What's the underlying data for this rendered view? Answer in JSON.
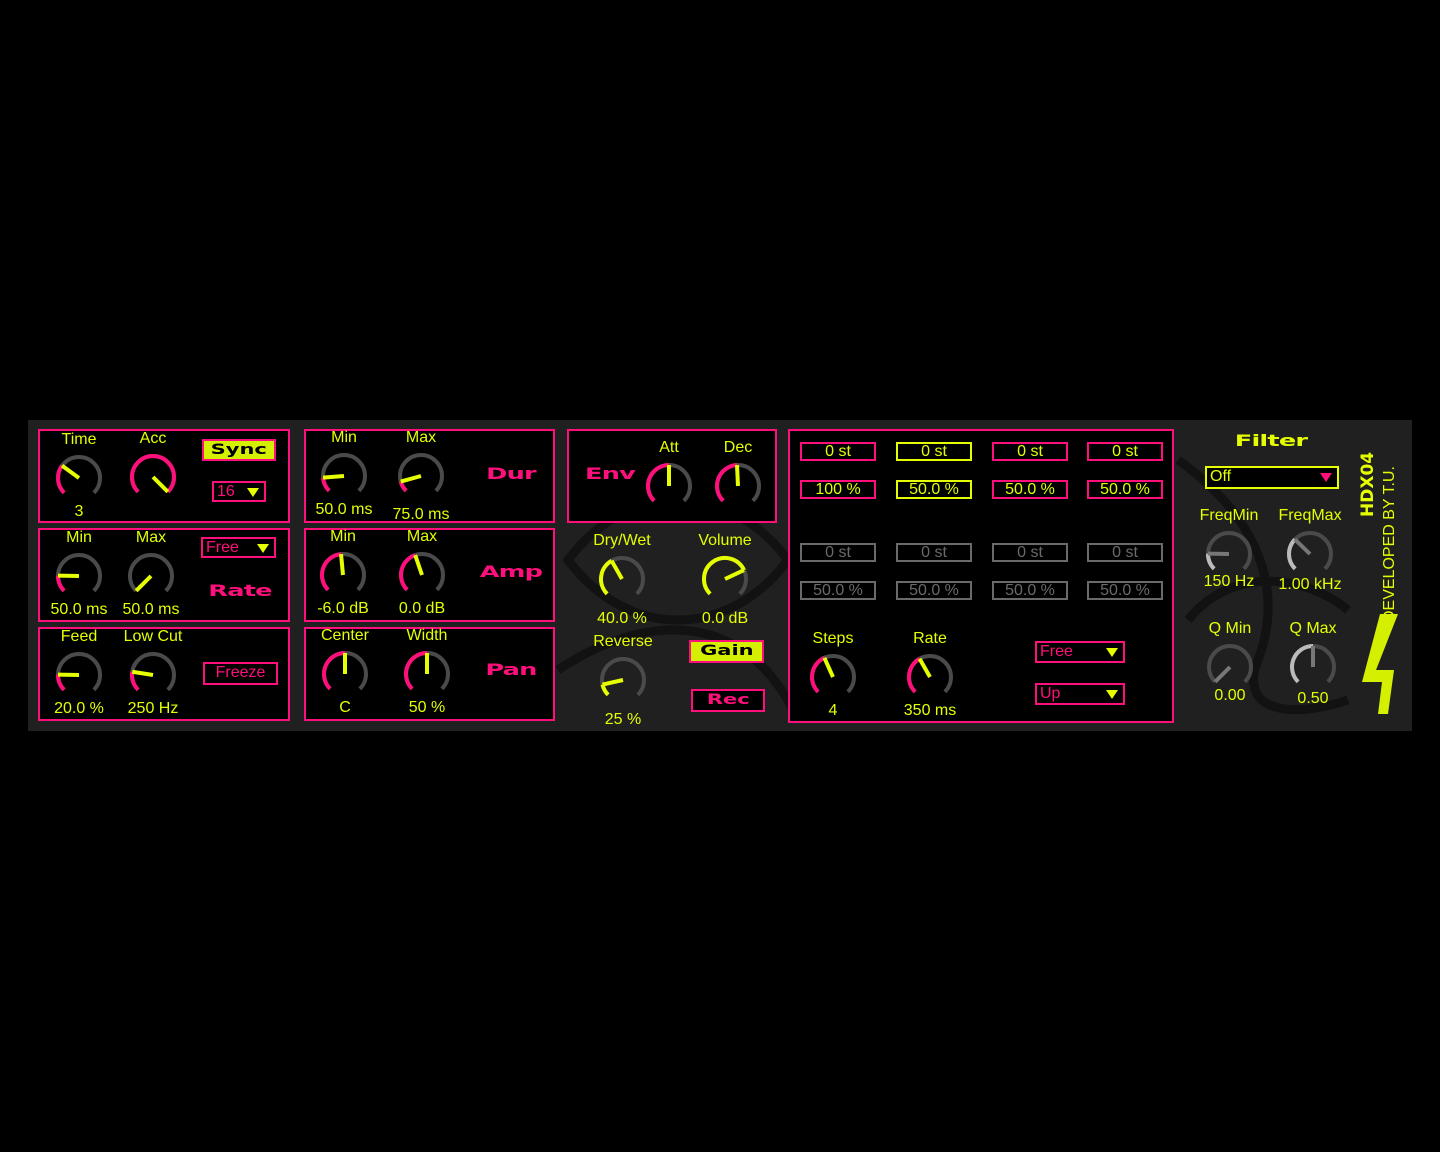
{
  "colors": {
    "accent_pink": "#ff0f7b",
    "accent_yellow": "#e5ff00",
    "panel_bg": "#202020",
    "track_grey": "#4a4a4a"
  },
  "delay": {
    "time": {
      "label": "Time",
      "value": "3",
      "level": 0.3,
      "fill": "#ff0f7b"
    },
    "acc": {
      "label": "Acc",
      "value": "",
      "level": 1.0,
      "fill": "#ff0f7b"
    },
    "sync_label": "Sync",
    "division": "16"
  },
  "rate": {
    "title": "Rate",
    "mode": "Free",
    "min": {
      "label": "Min",
      "value": "50.0 ms",
      "level": 0.17,
      "fill": "#ff0f7b"
    },
    "max": {
      "label": "Max",
      "value": "50.0 ms",
      "level": 0.0,
      "fill": "#ff0f7b"
    }
  },
  "feedback": {
    "feed": {
      "label": "Feed",
      "value": "20.0 %",
      "level": 0.17,
      "fill": "#ff0f7b"
    },
    "lowcut": {
      "label": "Low Cut",
      "value": "250 Hz",
      "level": 0.2,
      "fill": "#ff0f7b"
    },
    "freeze_label": "Freeze"
  },
  "dur": {
    "title": "Dur",
    "min": {
      "label": "Min",
      "value": "50.0 ms",
      "level": 0.15,
      "fill": "#ff0f7b"
    },
    "max": {
      "label": "Max",
      "value": "75.0 ms",
      "level": 0.11,
      "fill": "#ff0f7b"
    }
  },
  "amp": {
    "title": "Amp",
    "min": {
      "label": "Min",
      "value": "-6.0 dB",
      "level": 0.48,
      "fill": "#ff0f7b"
    },
    "max": {
      "label": "Max",
      "value": "0.0 dB",
      "level": 0.43,
      "fill": "#ff0f7b"
    }
  },
  "pan": {
    "title": "Pan",
    "center": {
      "label": "Center",
      "value": "C",
      "level": 0.5,
      "fill": "#ff0f7b"
    },
    "width": {
      "label": "Width",
      "value": "50 %",
      "level": 0.5,
      "fill": "#ff0f7b"
    }
  },
  "env": {
    "title": "Env",
    "att": {
      "label": "Att",
      "value": "",
      "level": 0.5,
      "fill": "#ff0f7b"
    },
    "dec": {
      "label": "Dec",
      "value": "",
      "level": 0.49,
      "fill": "#ff0f7b"
    }
  },
  "main": {
    "drywet": {
      "label": "Dry/Wet",
      "value": "40.0 %",
      "level": 0.39,
      "fill": "#e5ff00"
    },
    "volume": {
      "label": "Volume",
      "value": "0.0 dB",
      "level": 0.74,
      "fill": "#e5ff00"
    },
    "reverse": {
      "label": "Reverse",
      "value": "25 %",
      "level": 0.12,
      "fill": "#e5ff00"
    },
    "gain_label": "Gain",
    "rec_label": "Rec"
  },
  "sequencer": {
    "pitch": [
      "0 st",
      "0 st",
      "0 st",
      "0 st"
    ],
    "prob": [
      "100 %",
      "50.0 %",
      "50.0 %",
      "50.0 %"
    ],
    "pitch_inactive": [
      "0 st",
      "0 st",
      "0 st",
      "0 st"
    ],
    "prob_inactive": [
      "50.0 %",
      "50.0 %",
      "50.0 %",
      "50.0 %"
    ],
    "selected_step": 2,
    "steps": {
      "label": "Steps",
      "value": "4",
      "level": 0.41,
      "fill": "#ff0f7b"
    },
    "rate": {
      "label": "Rate",
      "value": "350 ms",
      "level": 0.39,
      "fill": "#ff0f7b"
    },
    "mode": "Free",
    "direction": "Up"
  },
  "filter": {
    "title": "Filter",
    "type": "Off",
    "freqmin": {
      "label": "FreqMin",
      "value": "150 Hz",
      "level": 0.17,
      "fill": "#bbbbbb"
    },
    "freqmax": {
      "label": "FreqMax",
      "value": "1.00 kHz",
      "level": 0.33,
      "fill": "#bbbbbb"
    },
    "qmin": {
      "label": "Q Min",
      "value": "0.00",
      "level": 0.0,
      "fill": "#bbbbbb"
    },
    "qmax": {
      "label": "Q Max",
      "value": "0.50",
      "level": 0.5,
      "fill": "#bbbbbb"
    }
  },
  "brand": {
    "name": "HDX04",
    "credit": "DEVELOPED BY T.U."
  }
}
